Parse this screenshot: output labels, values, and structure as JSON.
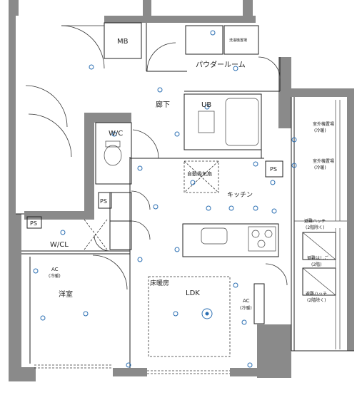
{
  "rooms": {
    "mb": "MB",
    "powder_room": "パウダールーム",
    "hallway": "廊下",
    "ub": "UB",
    "wc": "W/C",
    "ps_left": "PS",
    "ps_right": "PS",
    "ps_bottom_left": "PS",
    "kitchen": "キッチン",
    "kitchen_hood": "自動換気扇",
    "wcl": "W/CL",
    "western_room": "洋室",
    "floor_heating": "床暖房",
    "ldk": "LDK",
    "ac_left": "AC",
    "ac_left_sub": "(冷暖)",
    "ac_right": "AC",
    "ac_right_sub": "(冷暖)",
    "outdoor_unit_top": "室外機置場",
    "outdoor_unit_top_sub": "(冷暖)",
    "outdoor_unit_mid": "室外機置場",
    "outdoor_unit_mid_sub": "(冷暖)",
    "evac_hatch_top": "避難ハッチ",
    "evac_hatch_top_sub": "(2階除く)",
    "evac_ladder": "避難はしご",
    "evac_ladder_sub": "(2階)",
    "evac_hatch_bottom": "避難ハッチ",
    "evac_hatch_bottom_sub": "(2階除く)",
    "washer": "洗濯機置場"
  }
}
